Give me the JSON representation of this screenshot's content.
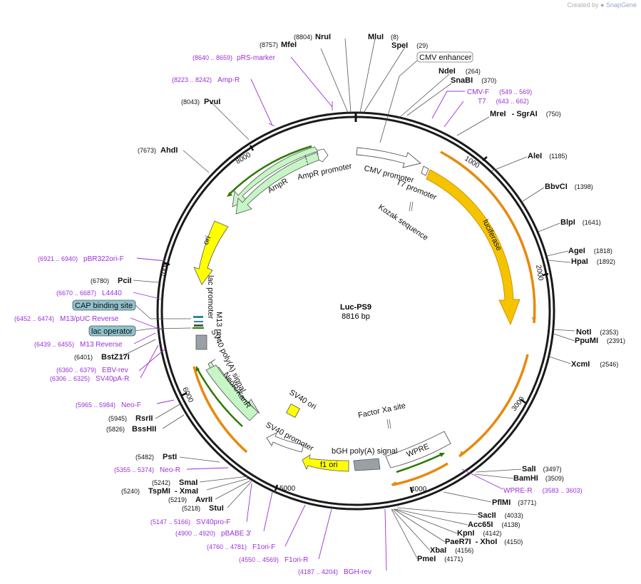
{
  "credit": {
    "prefix": "Created by",
    "brand": "SnapGene"
  },
  "plasmid": {
    "name": "Luc-PS9",
    "length_label": "8816 bp",
    "length": 8816
  },
  "ticks": [
    "1000",
    "2000",
    "3000",
    "4000",
    "5000",
    "6000",
    "7000",
    "8000"
  ],
  "enzymes_top": [
    {
      "name": "NruI",
      "pos": "(8804)"
    },
    {
      "name": "MfeI",
      "pos": "(8757)"
    },
    {
      "name": "MluI",
      "pos": "(8)"
    },
    {
      "name": "SpeI",
      "pos": "(29)"
    },
    {
      "name": "NdeI",
      "pos": "(264)"
    },
    {
      "name": "SnaBI",
      "pos": "(370)"
    },
    {
      "name": "MreI",
      "pos": "- SgrAI",
      "pos2": "(750)"
    },
    {
      "name": "PvuI",
      "pos": "(8043)"
    },
    {
      "name": "AhdI",
      "pos": "(7673)"
    }
  ],
  "enzymes_right": [
    {
      "name": "AleI",
      "pos": "(1185)"
    },
    {
      "name": "BbvCI",
      "pos": "(1398)"
    },
    {
      "name": "BlpI",
      "pos": "(1641)"
    },
    {
      "name": "AgeI",
      "pos": "(1818)"
    },
    {
      "name": "HpaI",
      "pos": "(1892)"
    },
    {
      "name": "NotI",
      "pos": "(2353)"
    },
    {
      "name": "PpuMI",
      "pos": "(2391)"
    },
    {
      "name": "XcmI",
      "pos": "(2546)"
    },
    {
      "name": "SalI",
      "pos": "(3497)"
    },
    {
      "name": "BamHI",
      "pos": "(3509)"
    },
    {
      "name": "PflMI",
      "pos": "(3771)"
    },
    {
      "name": "SacII",
      "pos": "(4033)"
    },
    {
      "name": "Acc65I",
      "pos": "(4138)"
    },
    {
      "name": "KpnI",
      "pos": "(4142)"
    },
    {
      "name": "PaeR7I",
      "pos": "- XhoI",
      "pos2": "(4150)"
    },
    {
      "name": "XbaI",
      "pos": "(4156)"
    },
    {
      "name": "PmeI",
      "pos": "(4171)"
    }
  ],
  "enzymes_left": [
    {
      "name": "PciI",
      "pos": "(6780)"
    },
    {
      "name": "BstZ17I",
      "pos": "(6401)"
    },
    {
      "name": "RsrII",
      "pos": "(5945)"
    },
    {
      "name": "BssHII",
      "pos": "(5826)"
    },
    {
      "name": "PstI",
      "pos": "(5482)"
    },
    {
      "name": "SmaI",
      "pos": "(5242)"
    },
    {
      "name": "TspMI",
      "pos": "(5240)",
      "extra": "- XmaI"
    },
    {
      "name": "AvrII",
      "pos": "(5219)"
    },
    {
      "name": "StuI",
      "pos": "(5218)"
    }
  ],
  "primers": [
    {
      "name": "pRS-marker",
      "range": "(8640 .. 8659)"
    },
    {
      "name": "Amp-R",
      "range": "(8223 .. 8242)"
    },
    {
      "name": "CMV-F",
      "range": "(549 .. 569)"
    },
    {
      "name": "T7",
      "range": "(643 .. 662)"
    },
    {
      "name": "pBR322ori-F",
      "range": "(6921 .. 6940)"
    },
    {
      "name": "L4440",
      "range": "(6670 .. 6687)"
    },
    {
      "name": "M13/pUC Reverse",
      "range": "(6452 .. 6474)"
    },
    {
      "name": "M13 Reverse",
      "range": "(6439 .. 6455)"
    },
    {
      "name": "EBV-rev",
      "range": "(6360 .. 6379)"
    },
    {
      "name": "SV40pA-R",
      "range": "(6306 .. 6325)"
    },
    {
      "name": "Neo-F",
      "range": "(5965 .. 5984)"
    },
    {
      "name": "Neo-R",
      "range": "(5355 .. 5374)"
    },
    {
      "name": "SV40pro-F",
      "range": "(5147 .. 5166)"
    },
    {
      "name": "pBABE 3'",
      "range": "(4900 .. 4920)"
    },
    {
      "name": "F1ori-F",
      "range": "(4760 .. 4781)"
    },
    {
      "name": "F1ori-R",
      "range": "(4550 .. 4569)"
    },
    {
      "name": "BGH-rev",
      "range": "(4187 .. 4204)"
    },
    {
      "name": "WPRE-R",
      "range": "(3583 .. 3603)"
    }
  ],
  "boxed_labels": [
    "CMV enhancer",
    "CAP binding site",
    "lac operator"
  ],
  "features": {
    "cmv_promoter": "CMV promoter",
    "t7_promoter": "T7 promoter",
    "kozak": "Kozak sequence",
    "luciferase": "luciferase",
    "factor_xa": "Factor Xa site",
    "wpre": "WPRE",
    "bgh": "bGH poly(A) signal",
    "f1ori": "f1 ori",
    "sv40_promoter": "SV40 promoter",
    "sv40_ori": "SV40 ori",
    "neor": "NeoR/KanR",
    "sv40_polya": "SV40 poly(A) signal",
    "m13rev": "M13 rev",
    "lac_promoter": "lac promoter",
    "ori": "ori",
    "ampr": "AmpR",
    "ampr_promoter": "AmpR promoter"
  },
  "colors": {
    "backbone": "#1a1a1a",
    "enzyme_text": "#111111",
    "primer": "#9b30d9",
    "luciferase": "#f5c400",
    "luciferase_edge": "#e39a00",
    "ori_yellow": "#ffff00",
    "neor_green": "#c6f5c6",
    "green_line": "#2d7a00",
    "orange_primer": "#e8890c",
    "boxed_blue": "#8ec2cc",
    "gray_box": "#9aa0a6"
  }
}
